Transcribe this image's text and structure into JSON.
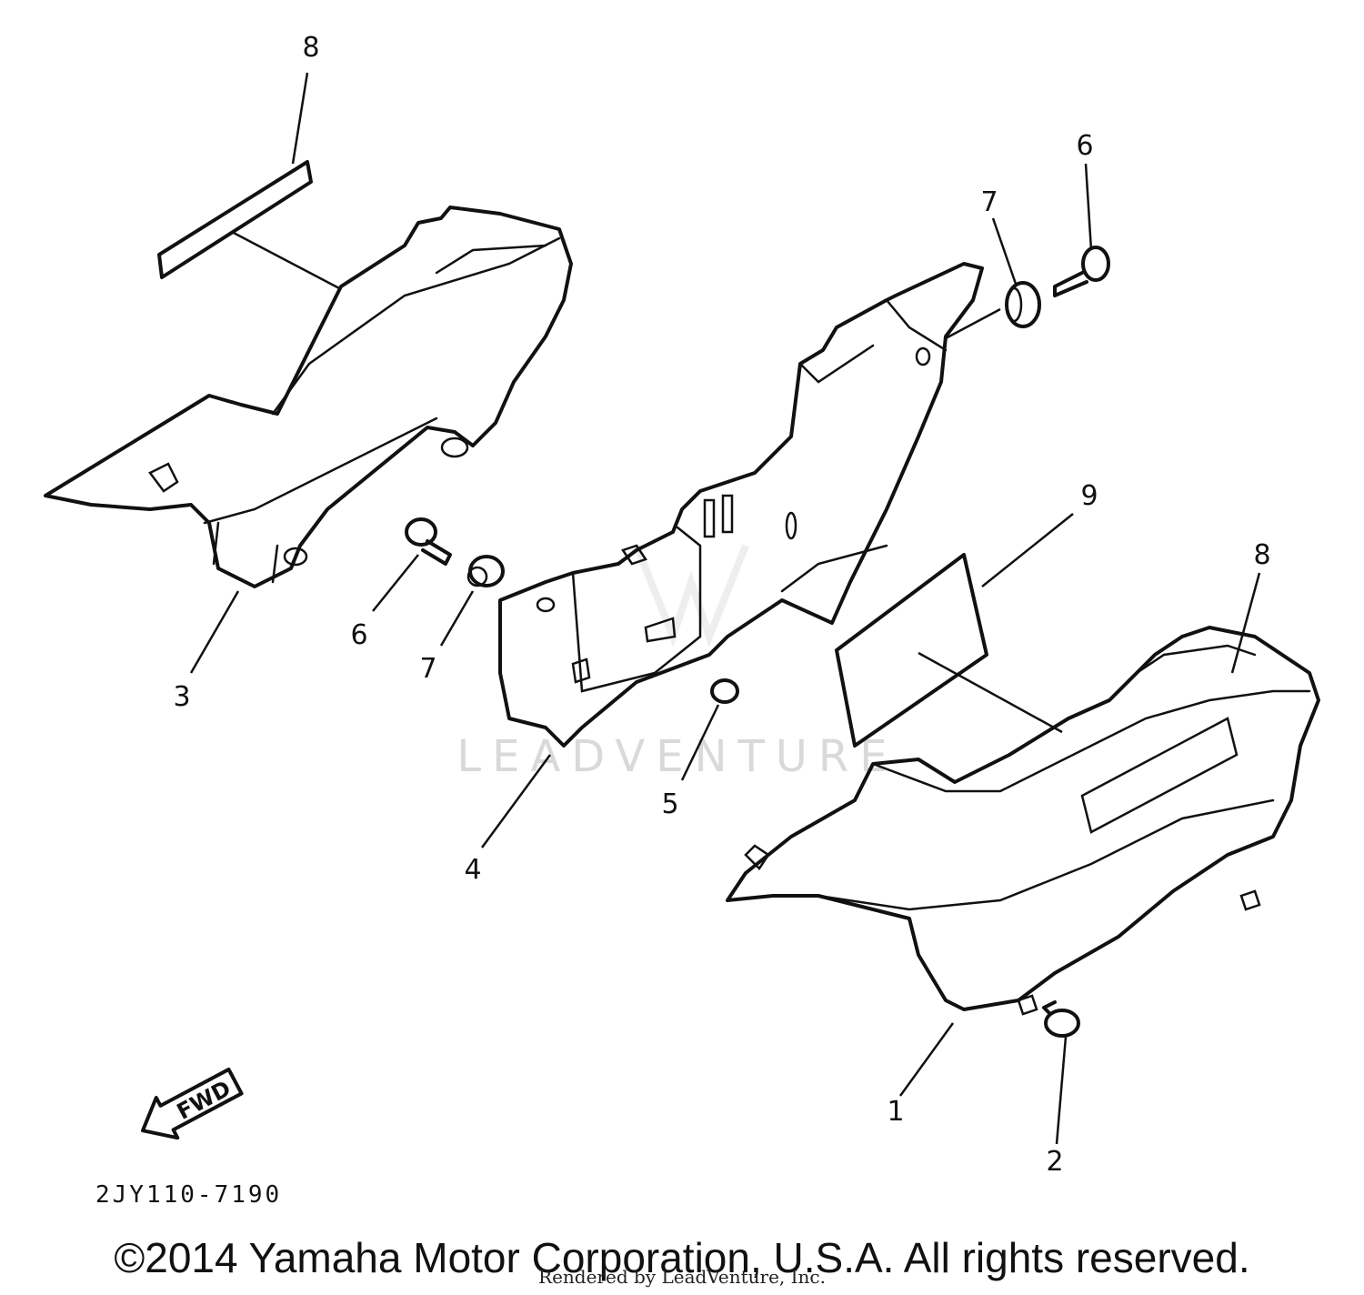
{
  "diagram_code": "2JY110-7190",
  "direction_label": "FWD",
  "watermark": "LEADVENTURE",
  "copyright": "©2014 Yamaha Motor Corporation, U.S.A. All rights reserved.",
  "rendered_by": "Rendered by LeadVenture, Inc.",
  "callouts": {
    "c8_top": "8",
    "c6_top": "6",
    "c7_top": "7",
    "c9": "9",
    "c8_right": "8",
    "c6_left": "6",
    "c7_left": "7",
    "c3": "3",
    "c4": "4",
    "c5": "5",
    "c1": "1",
    "c2": "2"
  }
}
